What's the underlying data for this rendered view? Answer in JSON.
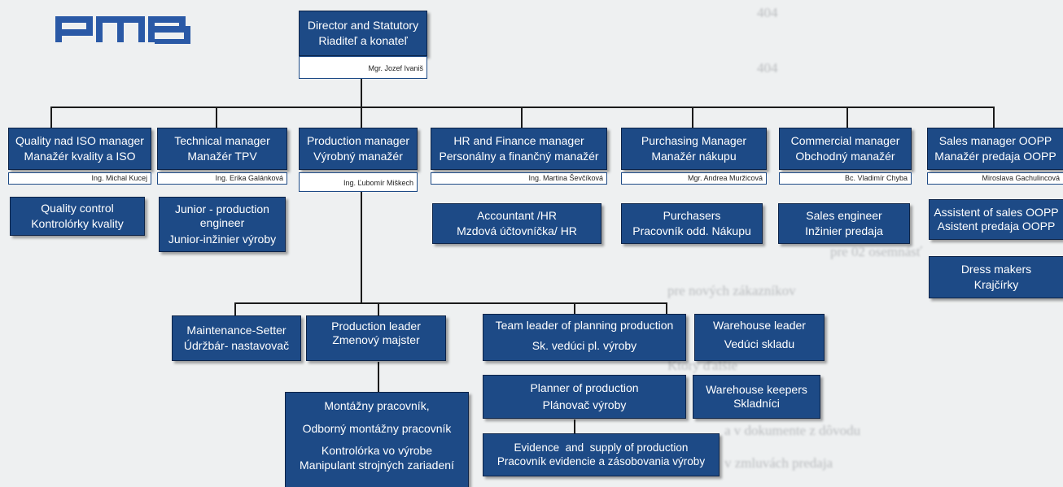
{
  "logo": "PMB",
  "director": {
    "en": "Director and Statutory",
    "sk": "Riaditeľ a konateľ",
    "name": "Mgr. Jozef Ivaniš"
  },
  "managers": [
    {
      "en": "Quality nad ISO manager",
      "sk": "Manažér kvality a ISO",
      "name": "Ing. Michal Kucej"
    },
    {
      "en": "Technical manager",
      "sk": "Manažér TPV",
      "name": "Ing. Erika Galánková"
    },
    {
      "en": "Production manager",
      "sk": "Výrobný manažér",
      "name": "Ing. Ľubomír Miškech"
    },
    {
      "en": "HR and Finance manager",
      "sk": "Personálny a finančný manažér",
      "name": "Ing. Martina Ševčíková"
    },
    {
      "en": "Purchasing Manager",
      "sk": "Manažér nákupu",
      "name": "Mgr. Andrea Muržicová"
    },
    {
      "en": "Commercial manager",
      "sk": "Obchodný manažér",
      "name": "Bc. Vladimír Chyba"
    },
    {
      "en": "Sales manager OOPP",
      "sk": "Manažér predaja OOPP",
      "name": "Miroslava Gachulincová"
    }
  ],
  "staff": {
    "quality_control": {
      "en": "Quality control",
      "sk": "Kontrolórky kvality"
    },
    "junior": {
      "en": "Junior - production engineer",
      "sk": "Junior-inžinier výroby"
    },
    "accountant": {
      "en": "Accountant /HR",
      "sk": "Mzdová účtovníčka/ HR"
    },
    "purchasers": {
      "en": "Purchasers",
      "sk": "Pracovník odd. Nákupu"
    },
    "sales_engineer": {
      "en": "Sales engineer",
      "sk": "Inžinier predaja"
    },
    "assistant": {
      "en": "Assistent of sales OOPP",
      "sk": "Asistent predaja OOPP"
    },
    "dress_makers": {
      "en": "Dress makers",
      "sk": "Krajčírky"
    },
    "maintenance": {
      "en": "Maintenance-Setter",
      "sk": "Údržbár- nastavovač"
    },
    "production_leader": {
      "en": "Production leader",
      "sk": "Zmenový majster"
    },
    "team_leader": {
      "en": "Team leader of planning production",
      "sk": "Sk. vedúci pl. výroby"
    },
    "warehouse_leader": {
      "en": "Warehouse leader",
      "sk": "Vedúci skladu"
    },
    "assembly": {
      "l1": "Montážny pracovník,",
      "l2": "Odborný montážny pracovník",
      "l3": "Kontrolórka vo výrobe",
      "l4": "Manipulant strojných zariadení"
    },
    "planner": {
      "en": "Planner of production",
      "sk": "Plánovač výroby"
    },
    "warehouse_keepers": {
      "en": "Warehouse keepers",
      "sk": "Skladníci"
    },
    "evidence": {
      "en": "Evidence  and  supply of production",
      "sk": "Pracovník evidencie a zásobovania výroby"
    }
  },
  "colors": {
    "box": "#1d4a86",
    "line": "#1b1b1b",
    "logo": "#2a59a6"
  }
}
